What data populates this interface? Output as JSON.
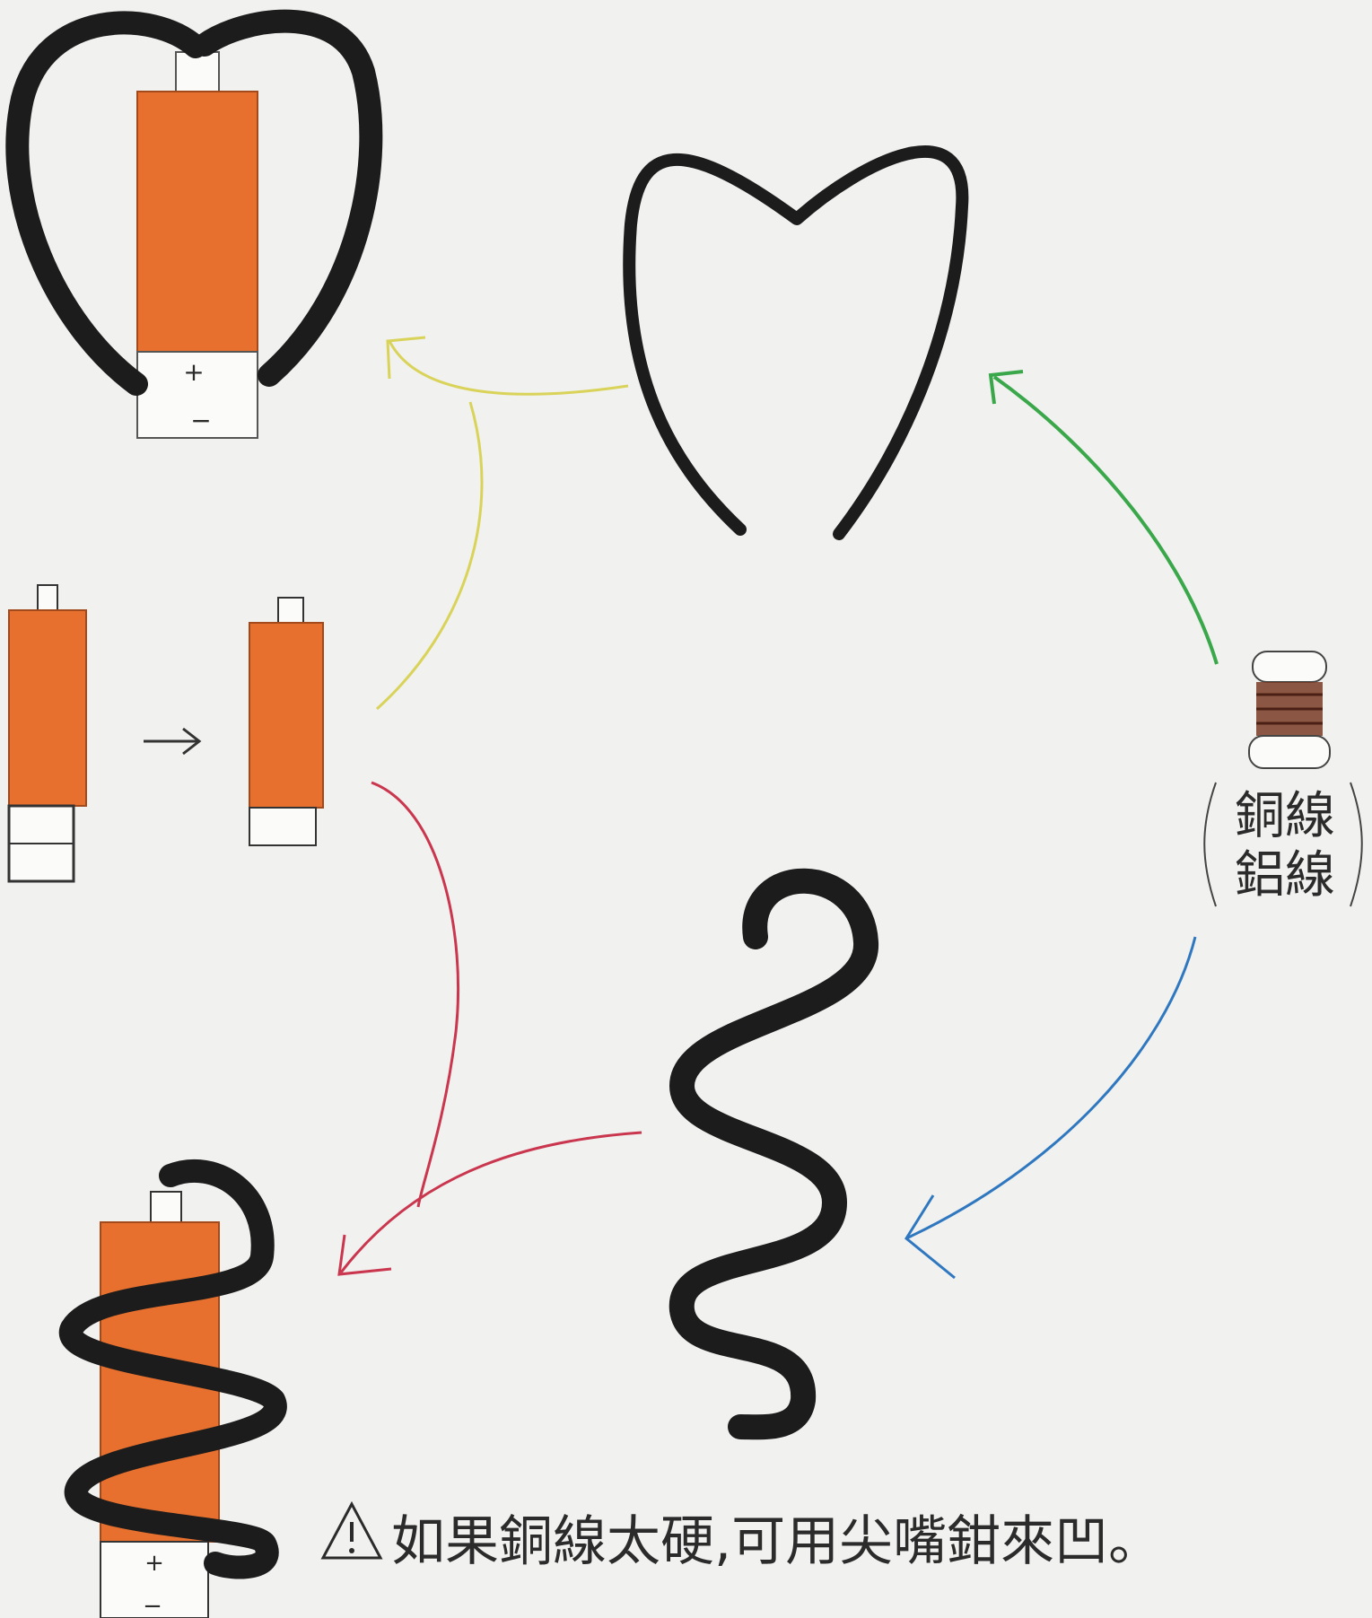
{
  "labels": {
    "wire_spool": [
      "銅線",
      "鋁線"
    ],
    "battery_plus": "+",
    "battery_minus": "−",
    "note": "如果銅線太硬,可用尖嘴鉗來凹。"
  },
  "icons": {
    "warning": "warning-triangle-icon",
    "arrow": "right-arrow-icon"
  },
  "colors": {
    "battery": "#e8702e",
    "wire": "#1c1c1c",
    "arrow_green": "#3aa84a",
    "arrow_yellow": "#d9d35a",
    "arrow_red": "#c9364e",
    "arrow_blue": "#2f78c0",
    "spool_copper": "#7a3b26"
  }
}
